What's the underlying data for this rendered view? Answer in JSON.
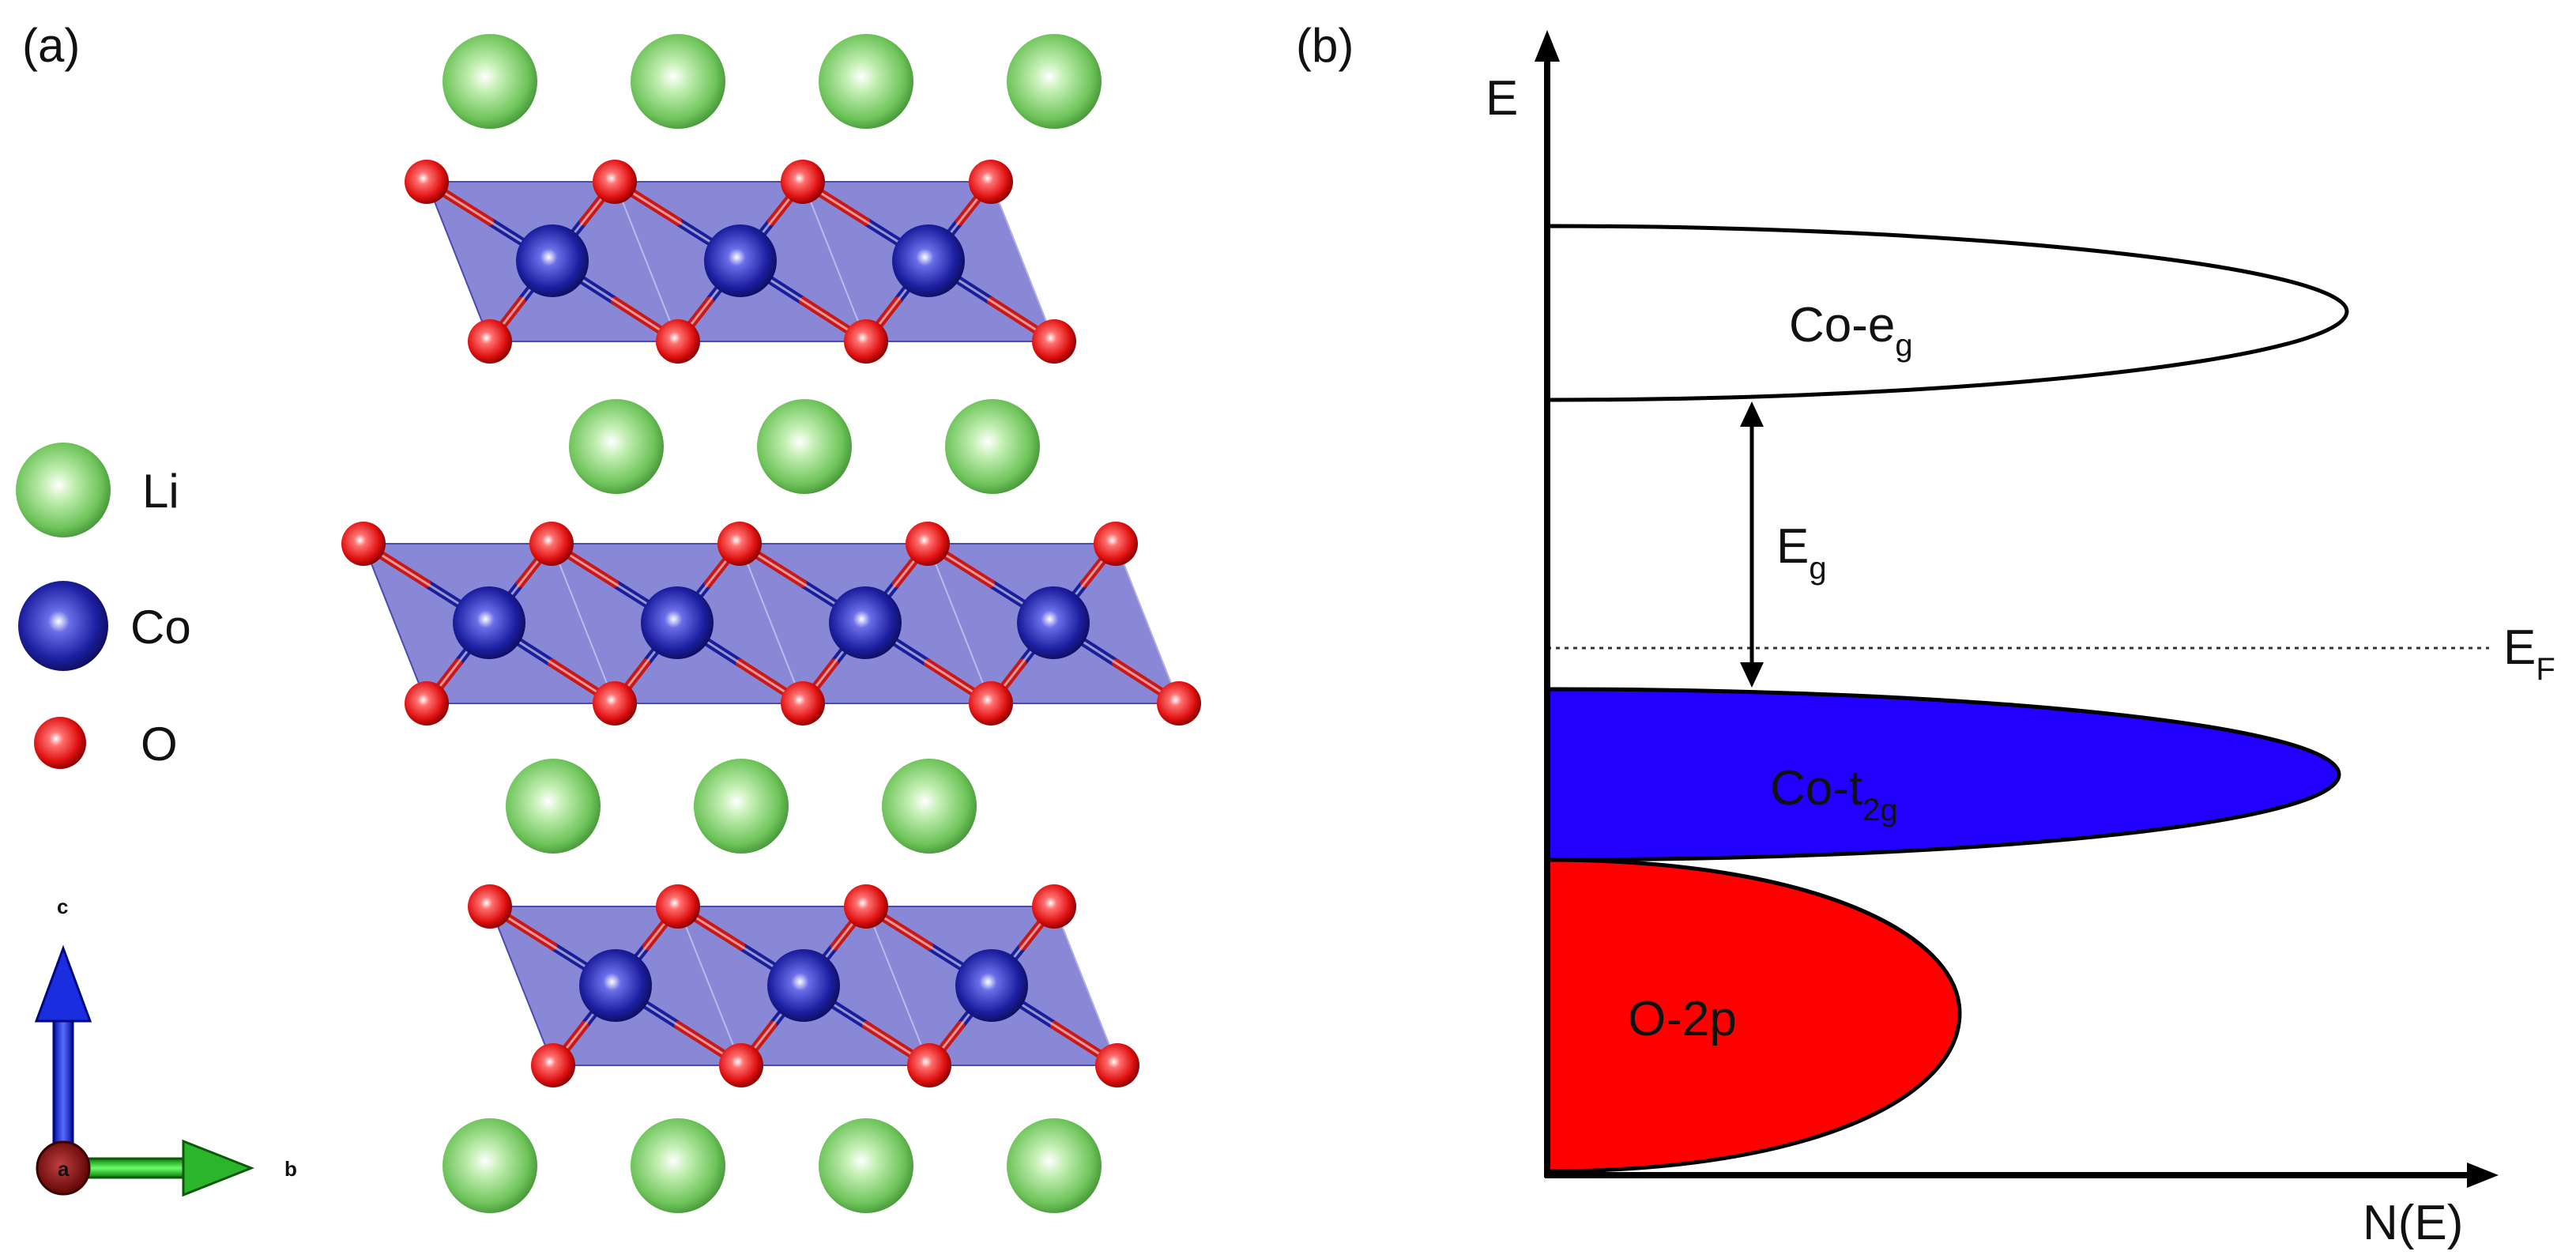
{
  "panels": {
    "a": "(a)",
    "b": "(b)"
  },
  "legend": [
    {
      "label": "Li",
      "color": "#7ecf6a"
    },
    {
      "label": "Co",
      "color": "#1e22a8"
    },
    {
      "label": "O",
      "color": "#e01818"
    }
  ],
  "axes_indicator": {
    "c": "c",
    "b": "b",
    "a": "a"
  },
  "dos": {
    "y_label": "E",
    "x_label": "N(E)",
    "bands": {
      "eg": {
        "main": "Co-e",
        "sub": "g",
        "fill": "#ffffff"
      },
      "t2g": {
        "main": "Co-t",
        "sub": "2g",
        "fill": "#2200ff"
      },
      "o2p": {
        "main": "O-2p",
        "fill": "#ff0000"
      }
    },
    "gap": {
      "main": "E",
      "sub": "g"
    },
    "fermi": {
      "main": "E",
      "sub": "F"
    }
  },
  "colors": {
    "li": "#7ecf6a",
    "co": "#1e22a8",
    "o": "#e01818",
    "octahedra": "#5a5ac8",
    "axis_c": "#1a2ee0",
    "axis_b": "#2ab52a",
    "axis_a": "#8a0000"
  }
}
